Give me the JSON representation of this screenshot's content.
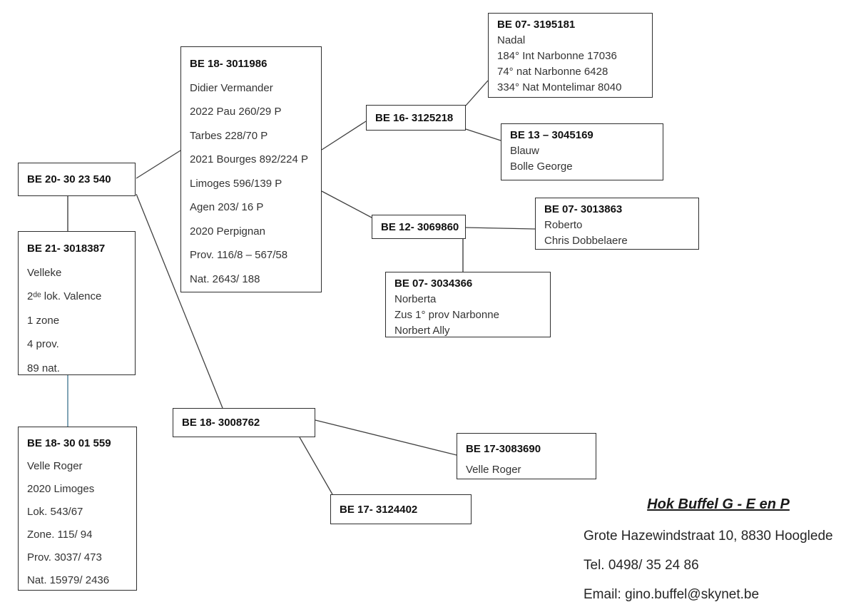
{
  "boxes": {
    "be20": {
      "title": "BE 20- 30 23 540",
      "lines": []
    },
    "be21": {
      "title": "BE 21- 3018387",
      "lines": [
        "Velleke",
        "2ᵈᵉ lok. Valence",
        "1 zone",
        "4 prov.",
        "89 nat."
      ]
    },
    "be18_3011986": {
      "title": "BE 18- 3011986",
      "lines": [
        "Didier Vermander",
        "2022 Pau 260/29 P",
        "Tarbes 228/70 P",
        "2021 Bourges 892/224 P",
        "Limoges 596/139 P",
        "Agen 203/ 16 P",
        "2020 Perpignan",
        "Prov. 116/8 – 567/58",
        "Nat. 2643/ 188"
      ]
    },
    "be16_3125218": {
      "title": "BE 16- 3125218",
      "lines": []
    },
    "be07_3195181": {
      "title": "BE 07- 3195181",
      "lines": [
        "Nadal",
        "184° Int Narbonne 17036",
        "74° nat Narbonne 6428",
        "334° Nat Montelimar 8040"
      ]
    },
    "be13_3045169": {
      "title": "BE 13 – 3045169",
      "lines": [
        "Blauw",
        "Bolle George"
      ]
    },
    "be12_3069860": {
      "title": "BE 12- 3069860",
      "lines": []
    },
    "be07_3013863": {
      "title": "BE 07- 3013863",
      "lines": [
        "Roberto",
        "Chris Dobbelaere"
      ]
    },
    "be07_3034366": {
      "title": "BE 07- 3034366",
      "lines": [
        "Norberta",
        "Zus 1° prov Narbonne",
        "Norbert Ally"
      ]
    },
    "be18_3008762": {
      "title": "BE 18- 3008762",
      "lines": []
    },
    "be17_3083690": {
      "title": "BE 17-3083690",
      "lines": [
        "Velle Roger"
      ]
    },
    "be17_3124402": {
      "title": "BE 17- 3124402",
      "lines": []
    },
    "be18_3001559": {
      "title": "BE 18- 30 01 559",
      "lines": [
        "Velle Roger",
        "2020 Limoges",
        "Lok. 543/67",
        "Zone. 115/ 94",
        "Prov. 3037/ 473",
        "Nat. 15979/ 2436"
      ]
    }
  },
  "contact": {
    "title": "Hok Buffel G - E en P",
    "address": "Grote Hazewindstraat 10, 8830 Hooglede",
    "phone": "Tel. 0498/ 35 24 86",
    "email": "Email: gino.buffel@skynet.be"
  },
  "colors": {
    "connector": "#404040",
    "connector_blue": "#4a7d95",
    "border": "#2e2e2e"
  }
}
